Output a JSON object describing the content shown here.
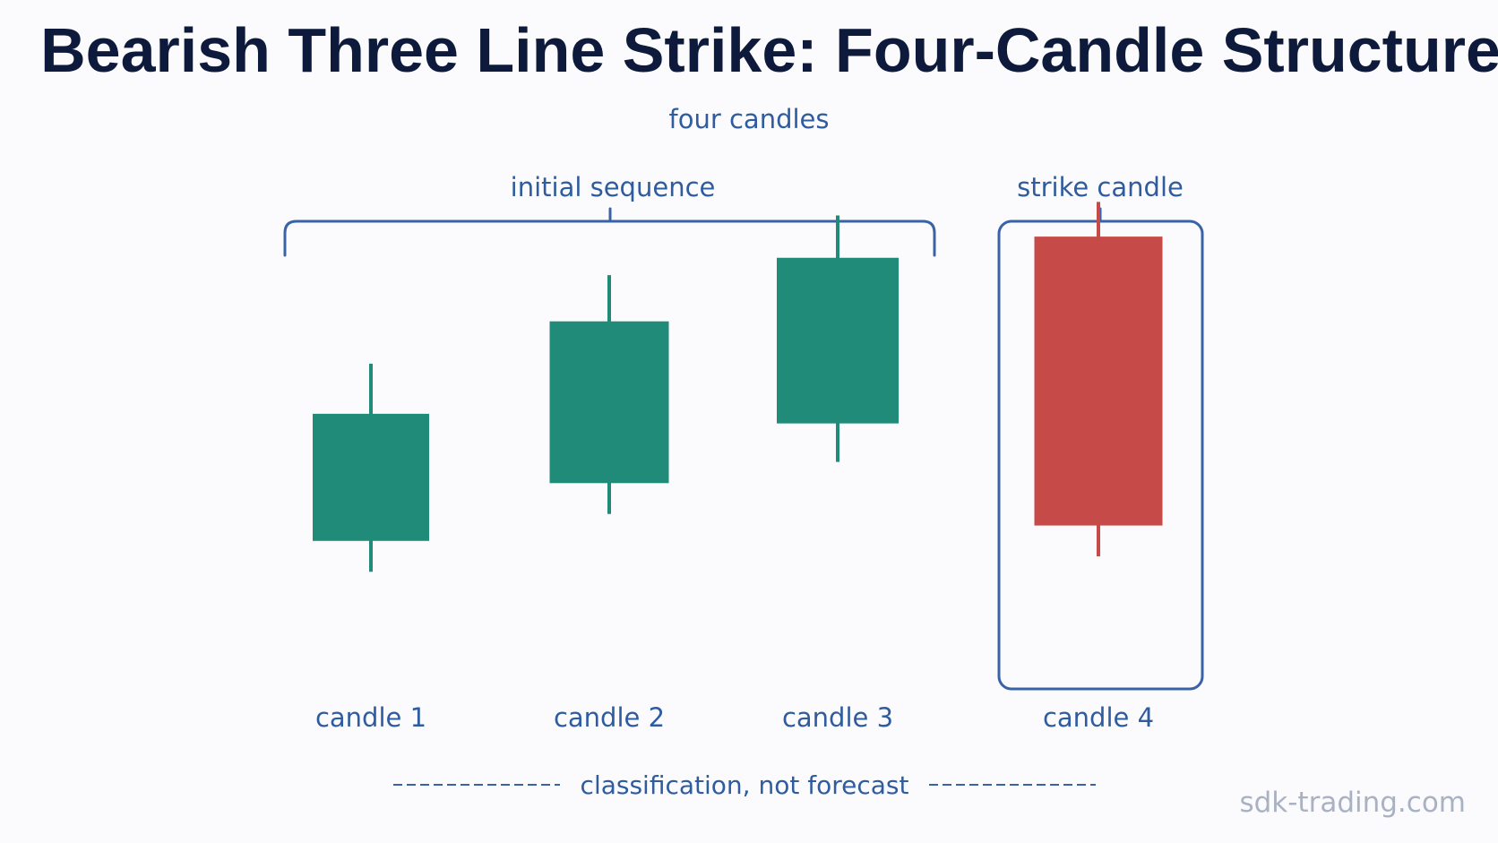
{
  "title": "Bearish Three Line Strike: Four-Candle Structure",
  "subtitle": "four candles",
  "group_labels": {
    "initial_sequence": "initial sequence",
    "strike_candle": "strike candle"
  },
  "candles": [
    {
      "label": "candle 1",
      "type": "bullish",
      "open": 3.4,
      "close": 6.7,
      "high": 8.0,
      "low": 2.6
    },
    {
      "label": "candle 2",
      "type": "bullish",
      "open": 4.9,
      "close": 9.1,
      "high": 10.3,
      "low": 4.1
    },
    {
      "label": "candle 3",
      "type": "bullish",
      "open": 6.45,
      "close": 10.75,
      "high": 11.85,
      "low": 5.45
    },
    {
      "label": "candle 4",
      "type": "bearish",
      "open": 11.3,
      "close": 3.8,
      "high": 12.2,
      "low": 3.0
    }
  ],
  "footer": "classification, not forecast",
  "watermark": "sdk-trading.com",
  "colors": {
    "bullish": "#218b7a",
    "bearish": "#c64a48",
    "annotation": "#3a63a7",
    "title": "#0e1a3b"
  }
}
